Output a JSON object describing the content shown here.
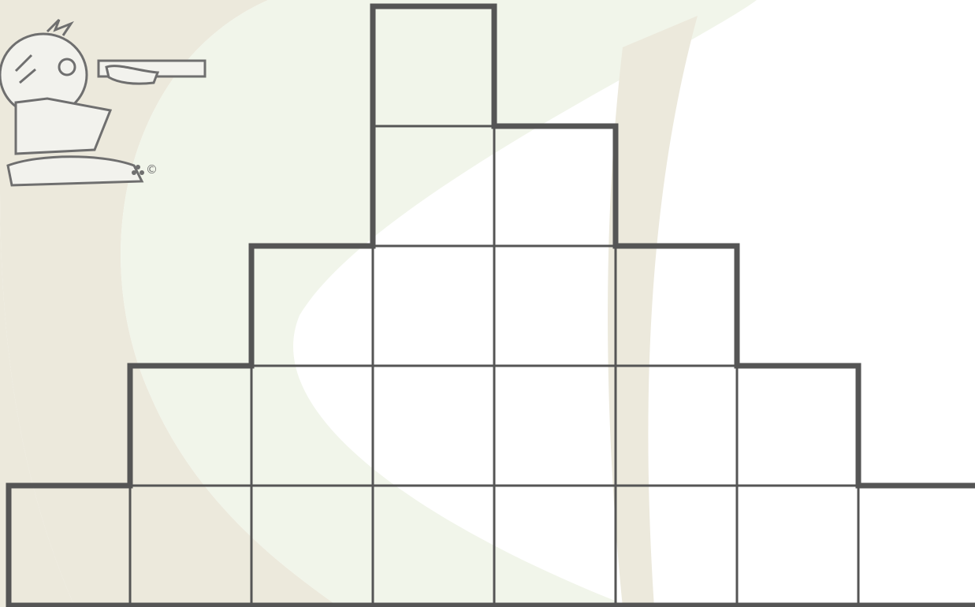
{
  "puzzle": {
    "type": "stepped-grid",
    "rows_from_top": [
      1,
      2,
      4,
      6,
      8
    ],
    "row_starts_from_left": [
      3,
      3,
      2,
      1,
      0
    ],
    "last_row_open_right": true,
    "cell_values": [
      [
        ""
      ],
      [
        "",
        ""
      ],
      [
        "",
        "",
        "",
        ""
      ],
      [
        "",
        "",
        "",
        "",
        "",
        ""
      ],
      [
        "",
        "",
        "",
        "",
        "",
        "",
        "",
        ""
      ]
    ]
  },
  "colors": {
    "background": "#ffffff",
    "grid_line": "#555555",
    "swoosh_light": "#f1f5ea",
    "swoosh_beige": "#ece9dc",
    "mascot_line": "#6f6f6f",
    "mascot_fill": "#f2f2ed"
  },
  "decoration": {
    "mascot": "child-with-telescope-icon",
    "copyright_symbol": "©"
  }
}
